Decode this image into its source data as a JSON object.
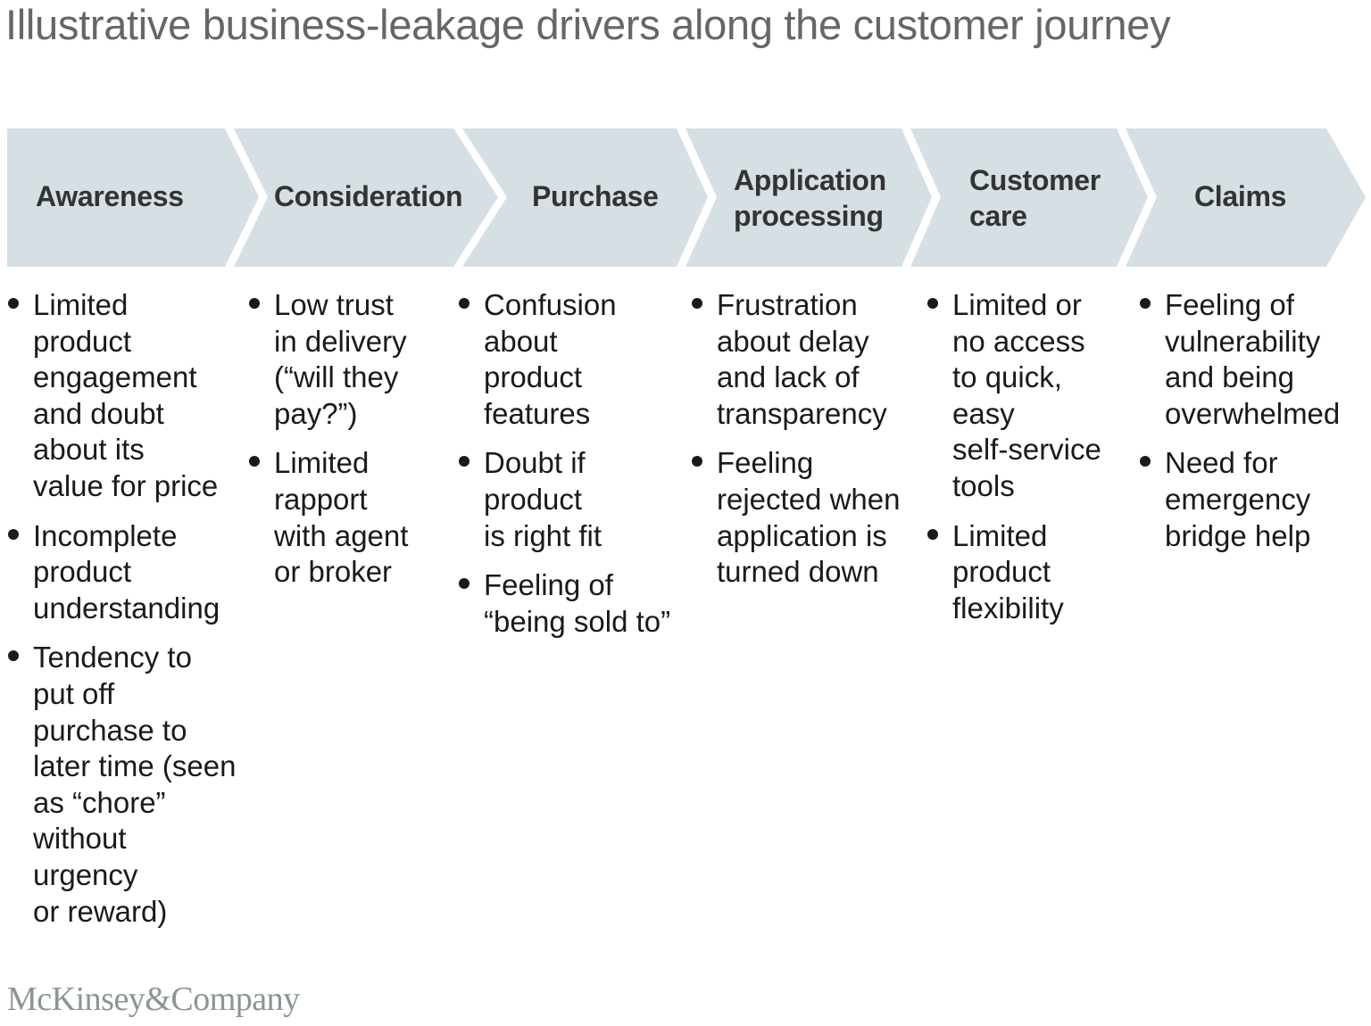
{
  "title": "Illustrative business-leakage drivers along the customer journey",
  "colors": {
    "chevron_fill": "#d6dfe4",
    "title": "#666666",
    "label": "#333333",
    "logo": "#8a9690"
  },
  "stages": [
    {
      "label": "Awareness",
      "drivers": [
        "Limited\nproduct\nengagement\nand doubt\nabout its\nvalue for price",
        "Incomplete\nproduct\nunderstanding",
        "Tendency to\nput off\npurchase to\nlater time (seen\nas “chore”\nwithout\nurgency\nor reward)"
      ]
    },
    {
      "label": "Consideration",
      "drivers": [
        "Low trust\nin delivery\n(“will they\npay?”)",
        "Limited\nrapport\nwith agent\nor broker"
      ]
    },
    {
      "label": "Purchase",
      "drivers": [
        "Confusion\nabout\nproduct\nfeatures",
        "Doubt if\nproduct\nis right fit",
        "Feeling of\n“being sold to”"
      ]
    },
    {
      "label": "Application\nprocessing",
      "drivers": [
        "Frustration\nabout delay\nand lack of\ntransparency",
        "Feeling\nrejected when\napplication is\nturned down"
      ]
    },
    {
      "label": "Customer\ncare",
      "drivers": [
        "Limited or\nno access\nto quick,\neasy\nself-service\ntools",
        "Limited\nproduct\nflexibility"
      ]
    },
    {
      "label": "Claims",
      "drivers": [
        "Feeling of\nvulnerability\nand being\noverwhelmed",
        "Need for\nemergency\nbridge help"
      ]
    }
  ],
  "footer": {
    "logo": "McKinsey&Company"
  }
}
